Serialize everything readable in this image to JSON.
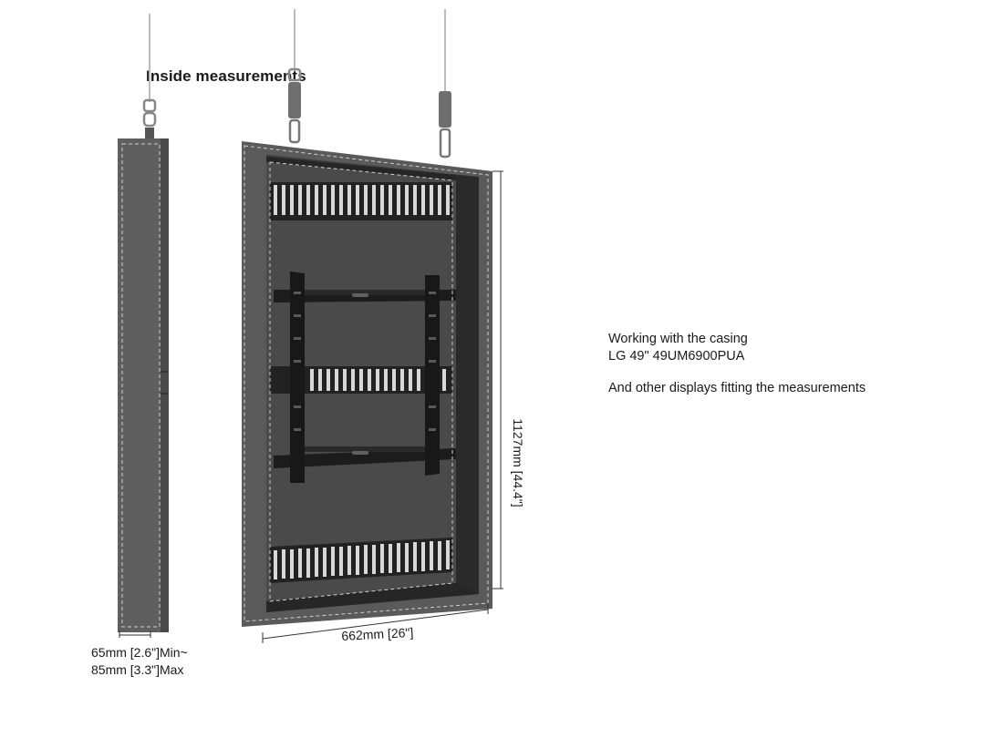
{
  "heading": "Inside measurements",
  "info": {
    "line1": "Working with the casing",
    "line2": "LG 49\" 49UM6900PUA",
    "line3": "And other displays fitting the measurements"
  },
  "dimensions": {
    "depth_min": "65mm [2.6\"]Min~",
    "depth_max": "85mm [3.3\"]Max",
    "width": "662mm [26\"]",
    "height": "1127mm [44.4\"]"
  },
  "colors": {
    "casing": "#5a5a5a",
    "casing_dark": "#2d2d2d",
    "dashed_outline": "#cfcfcf",
    "dimension_line": "#333333"
  }
}
